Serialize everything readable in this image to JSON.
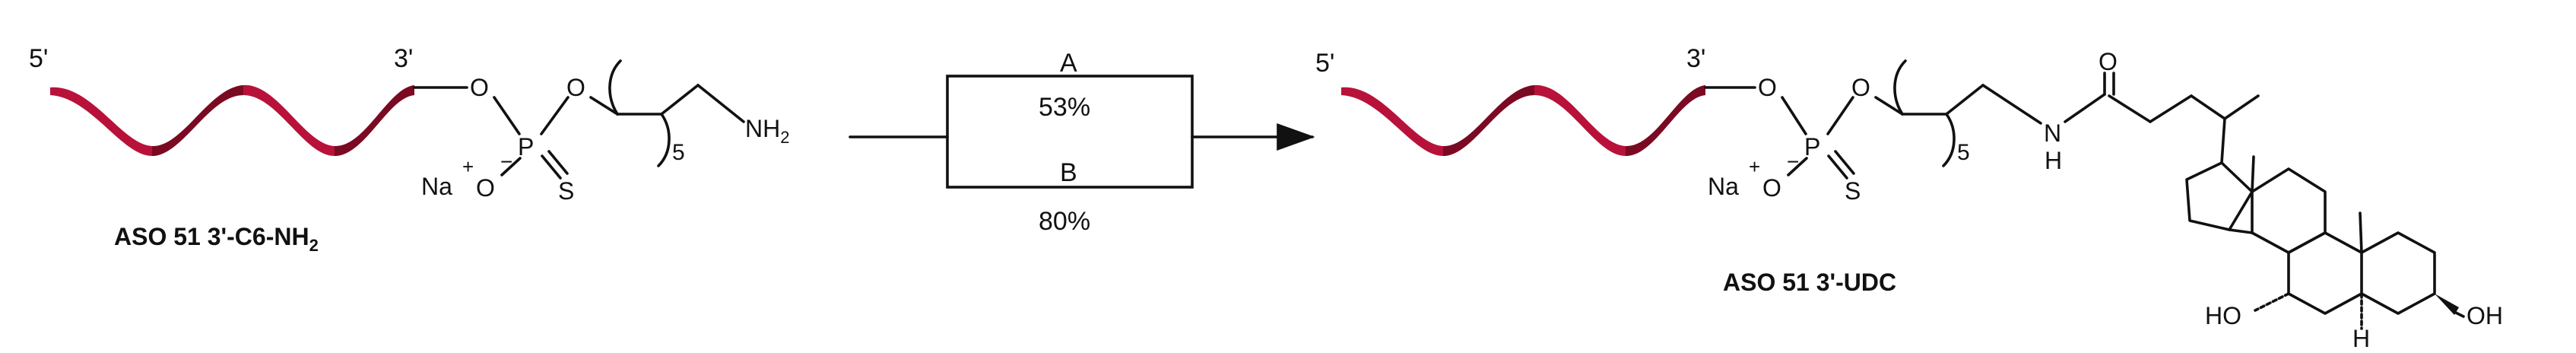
{
  "colors": {
    "strand_light": "#c8143c",
    "strand_dark": "#7a0a22",
    "ink": "#111111"
  },
  "reactant": {
    "end5": "5'",
    "end3": "3'",
    "o_left": "O",
    "o_right": "O",
    "p": "P",
    "s": "S",
    "o_minus": "O",
    "minus": "−",
    "na": "Na",
    "plus": "+",
    "chain_subscript": "5",
    "amine_n": "NH",
    "amine_sub": "2",
    "label_main": "ASO 51 3'-C6-NH",
    "label_sub": "2"
  },
  "conditions": {
    "route_a": "A",
    "yield_a": "53%",
    "route_b": "B",
    "yield_b": "80%"
  },
  "product": {
    "end5": "5'",
    "end3": "3'",
    "o_left": "O",
    "o_right": "O",
    "p": "P",
    "s": "S",
    "o_minus": "O",
    "minus": "−",
    "na": "Na",
    "plus": "+",
    "chain_subscript": "5",
    "amide_n": "N",
    "amide_h": "H",
    "carbonyl_o": "O",
    "h_ring": "H",
    "oh_left": "HO",
    "oh_right": "OH",
    "label": "ASO 51 3'-UDC"
  }
}
